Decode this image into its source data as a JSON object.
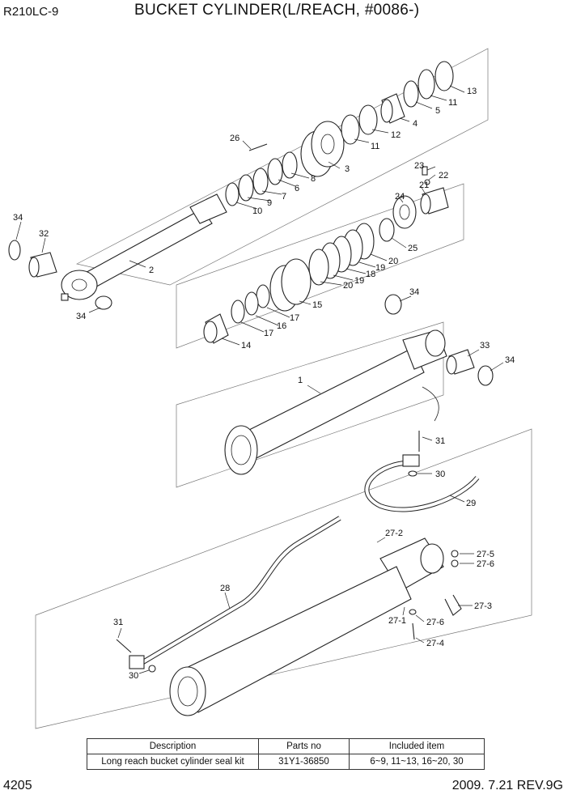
{
  "header": {
    "model": "R210LC-9",
    "title": "BUCKET CYLINDER(L/REACH, #0086-)"
  },
  "callouts": [
    "1",
    "2",
    "3",
    "4",
    "5",
    "6",
    "7",
    "8",
    "9",
    "10",
    "11",
    "11",
    "12",
    "13",
    "14",
    "15",
    "16",
    "17",
    "17",
    "18",
    "19",
    "19",
    "20",
    "20",
    "21",
    "22",
    "23",
    "24",
    "25",
    "26",
    "27-1",
    "27-2",
    "27-3",
    "27-4",
    "27-5",
    "27-6",
    "27-6",
    "28",
    "29",
    "30",
    "30",
    "31",
    "31",
    "32",
    "33",
    "34",
    "34",
    "34",
    "34"
  ],
  "kit_table": {
    "headers": [
      "Description",
      "Parts no",
      "Included item"
    ],
    "row": [
      "Long reach bucket cylinder seal kit",
      "31Y1-36850",
      "6~9, 11~13, 16~20, 30"
    ]
  },
  "footer": {
    "page": "4205",
    "revision": "2009. 7.21  REV.9G"
  }
}
